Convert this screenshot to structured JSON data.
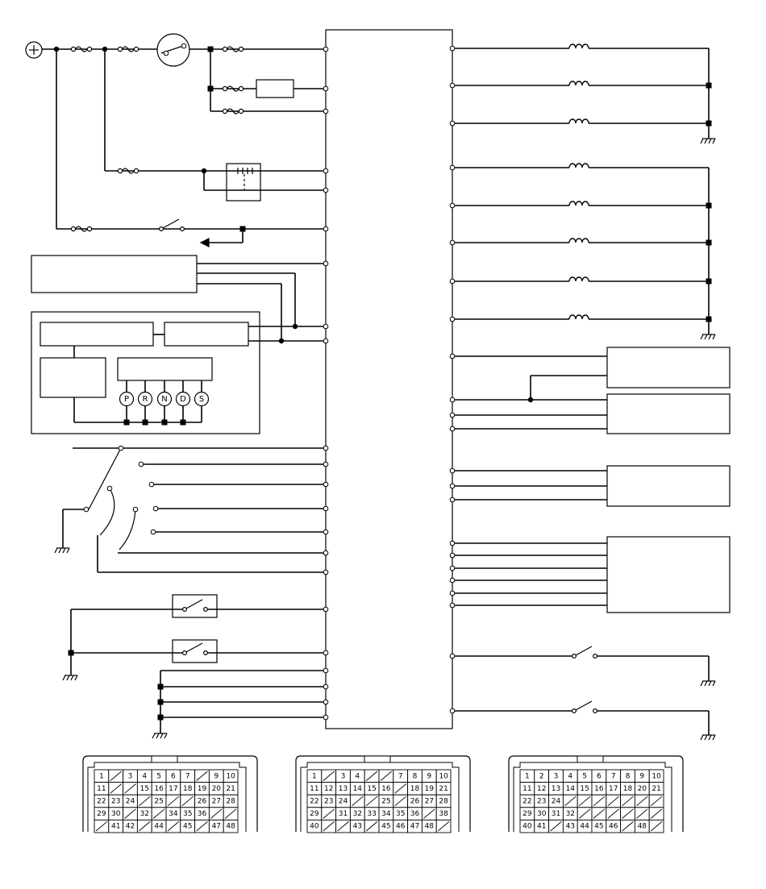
{
  "shift_positions": [
    "P",
    "R",
    "N",
    "D",
    "S"
  ],
  "connectors": [
    {
      "id": "connector-a",
      "rows": [
        [
          "1",
          "",
          "3",
          "4",
          "5",
          "6",
          "7",
          "",
          "9",
          "10"
        ],
        [
          "11",
          "",
          "",
          "15",
          "16",
          "17",
          "18",
          "19",
          "20",
          "21"
        ],
        [
          "22",
          "23",
          "24",
          "",
          "25",
          "",
          "",
          "26",
          "27",
          "28"
        ],
        [
          "29",
          "30",
          "",
          "32",
          "",
          "34",
          "35",
          "36",
          "",
          ""
        ],
        [
          "",
          "41",
          "42",
          "",
          "44",
          "",
          "45",
          "",
          "47",
          "48"
        ]
      ]
    },
    {
      "id": "connector-b",
      "rows": [
        [
          "1",
          "",
          "3",
          "4",
          "",
          "",
          "7",
          "8",
          "9",
          "10"
        ],
        [
          "11",
          "12",
          "13",
          "14",
          "15",
          "16",
          "",
          "18",
          "19",
          "21"
        ],
        [
          "22",
          "23",
          "24",
          "",
          "",
          "25",
          "",
          "26",
          "27",
          "28"
        ],
        [
          "29",
          "",
          "31",
          "32",
          "33",
          "34",
          "35",
          "36",
          "",
          "38"
        ],
        [
          "40",
          "",
          "",
          "43",
          "",
          "45",
          "46",
          "47",
          "48",
          ""
        ]
      ]
    },
    {
      "id": "connector-c",
      "rows": [
        [
          "1",
          "2",
          "3",
          "4",
          "5",
          "6",
          "7",
          "8",
          "9",
          "10"
        ],
        [
          "11",
          "12",
          "13",
          "14",
          "15",
          "16",
          "17",
          "18",
          "20",
          "21"
        ],
        [
          "22",
          "23",
          "24",
          "",
          "",
          "",
          "",
          "",
          "",
          ""
        ],
        [
          "29",
          "30",
          "31",
          "32",
          "",
          "",
          "",
          "",
          "",
          ""
        ],
        [
          "40",
          "41",
          "",
          "43",
          "44",
          "45",
          "46",
          "",
          "48",
          ""
        ]
      ]
    }
  ]
}
